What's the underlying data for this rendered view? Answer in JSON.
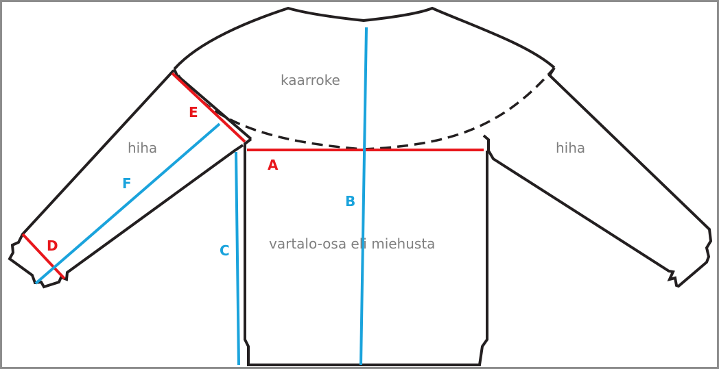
{
  "colors": {
    "outline": "#231f20",
    "frame": "#8c8c8c",
    "part_label": "#7f7f7f",
    "red": "#e8171c",
    "blue": "#1aa3dc"
  },
  "parts": {
    "yoke": "kaarroke",
    "left_sleeve": "hiha",
    "right_sleeve": "hiha",
    "body": "vartalo-osa eli miehusta"
  },
  "measurements": {
    "a": "A",
    "b": "B",
    "c": "C",
    "d": "D",
    "e": "E",
    "f": "F"
  }
}
